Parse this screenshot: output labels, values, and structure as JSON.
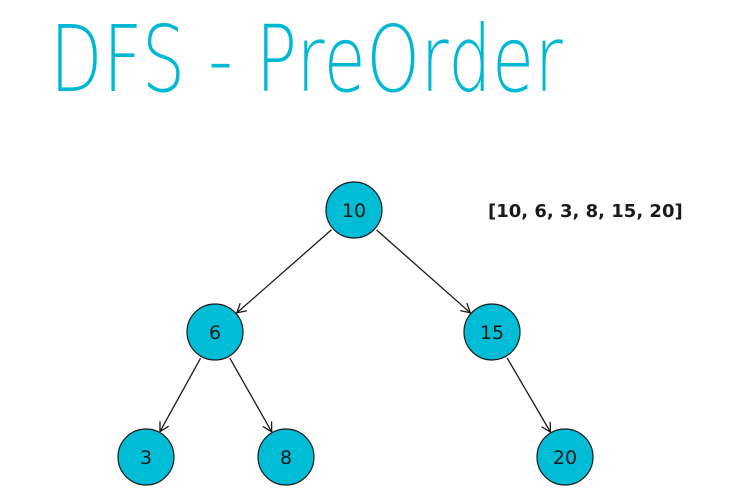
{
  "title": "DFS - PreOrder",
  "result": "[10, 6, 3, 8, 15, 20]",
  "colors": {
    "title": "#00b8d4",
    "node_fill": "#00bcd4",
    "outline": "#1a1a1a"
  },
  "tree": {
    "nodes": [
      {
        "id": "n10",
        "label": "10"
      },
      {
        "id": "n6",
        "label": "6"
      },
      {
        "id": "n15",
        "label": "15"
      },
      {
        "id": "n3",
        "label": "3"
      },
      {
        "id": "n8",
        "label": "8"
      },
      {
        "id": "n20",
        "label": "20"
      }
    ],
    "edges": [
      {
        "from": "n10",
        "to": "n6"
      },
      {
        "from": "n10",
        "to": "n15"
      },
      {
        "from": "n6",
        "to": "n3"
      },
      {
        "from": "n6",
        "to": "n8"
      },
      {
        "from": "n15",
        "to": "n20"
      }
    ]
  }
}
